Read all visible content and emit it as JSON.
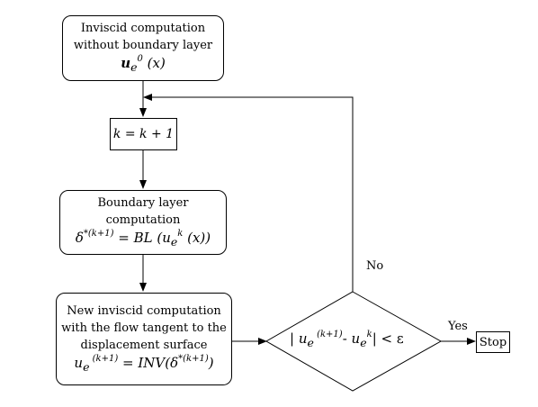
{
  "boxes": {
    "inviscid": {
      "line1": "Inviscid computation",
      "line2": "without boundary layer",
      "formula_base": "u",
      "formula_sub": "e",
      "formula_sup": "0",
      "formula_arg": " (x)"
    },
    "increment": {
      "text": "k = k + 1"
    },
    "boundary_layer": {
      "line1": "Boundary layer",
      "line2": "computation",
      "formula_lhs": "δ",
      "formula_lhs_sup": "*(k+1)",
      "formula_mid": " = BL (u",
      "formula_sub": "e",
      "formula_sup": "k",
      "formula_end": " (x))"
    },
    "new_inviscid": {
      "line1": "New inviscid computation",
      "line2": "with the flow tangent to the",
      "line3": "displacement  surface",
      "formula_u": "u",
      "formula_sub": "e",
      "formula_sup": " (k+1)",
      "formula_mid": " = INV(δ",
      "formula_arg_sup": "*(k+1)",
      "formula_end": ")"
    },
    "stop": {
      "text": "Stop"
    }
  },
  "decision": {
    "bar_open": "| ",
    "u1": "u",
    "sub1": "e",
    "sup1": " (k+1)",
    "minus": "- ",
    "u2": "u",
    "sub2": "e",
    "sup2": "k",
    "tail": "| < ε"
  },
  "labels": {
    "no": "No",
    "yes": "Yes"
  }
}
